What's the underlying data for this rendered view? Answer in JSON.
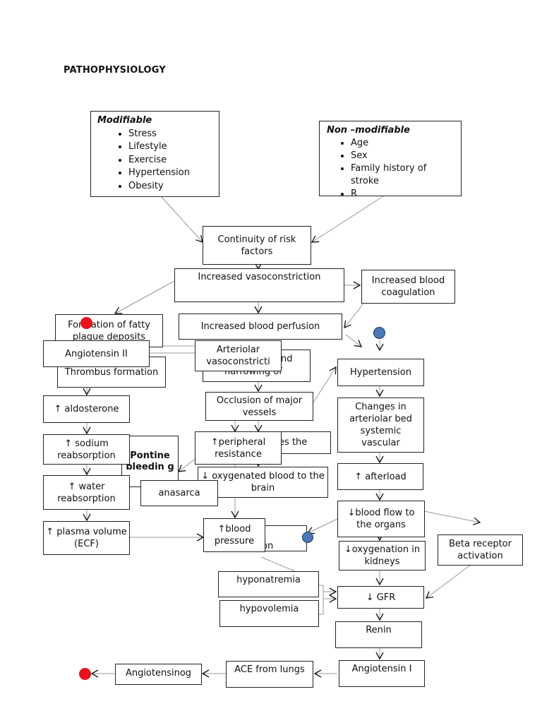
{
  "title": "PATHOPHYSIOLOGY",
  "risk_factors": {
    "modifiable": {
      "heading": "Modifiable",
      "items": [
        "Stress",
        "Lifestyle",
        "Exercise",
        "Hypertension",
        "Obesity"
      ]
    },
    "non_modifiable": {
      "heading": "Non –modifiable",
      "items": [
        "Age",
        "Sex",
        "Family history of stroke",
        "R"
      ]
    }
  },
  "nodes": {
    "continuity": "Continuity of risk factors",
    "vasoconstriction": "Increased vasoconstriction",
    "blood_coagulation": "Increased blood coagulation",
    "fatty_plaque": "Formation of fatty plaque deposits",
    "blood_perfusion": "Increased blood perfusion",
    "angiotensin_ii": "Angiotensin II",
    "arteriolar_vasoconstriction": "Arteriolar vasoconstricti",
    "thrombus": "Thrombus formation",
    "hidden_and": "nd",
    "hidden_narrowing": "narrowing of",
    "hypertension": "Hypertension",
    "aldosterone": "↑ aldosterone",
    "occlusion": "Occlusion of major vessels",
    "arteriolar_bed": "Changes in arteriolar bed systemic vascular",
    "sodium": "↑ sodium reabsorption",
    "pontine": "Pontine bleedin g",
    "peripheral_resistance": "↑peripheral resistance",
    "hidden_res_the": "res the",
    "afterload": "↑ afterload",
    "water": "↑ water reabsorption",
    "oxygenated_brain": "↓ oxygenated blood to the brain",
    "anasarca": "anasarca",
    "blood_flow_organs": "↓blood flow to the organs",
    "plasma_volume": "↑ plasma volume (ECF)",
    "blood_pressure": "↑blood pressure",
    "hidden_ion": "on",
    "beta_receptor": "Beta receptor activation",
    "oxygenation_kidneys": "↓oxygenation in kidneys",
    "hyponatremia": "hyponatremia",
    "gfr": "↓ GFR",
    "hypovolemia": "hypovolemia",
    "renin": "Renin",
    "angiotensinog": "Angiotensinog",
    "ace": "ACE from lungs",
    "angiotensin_i": "Angiotensin I"
  },
  "colors": {
    "red_marker": "#e8121e",
    "blue_marker": "#4a78b4",
    "line": "#222222",
    "connector": "#999999"
  }
}
